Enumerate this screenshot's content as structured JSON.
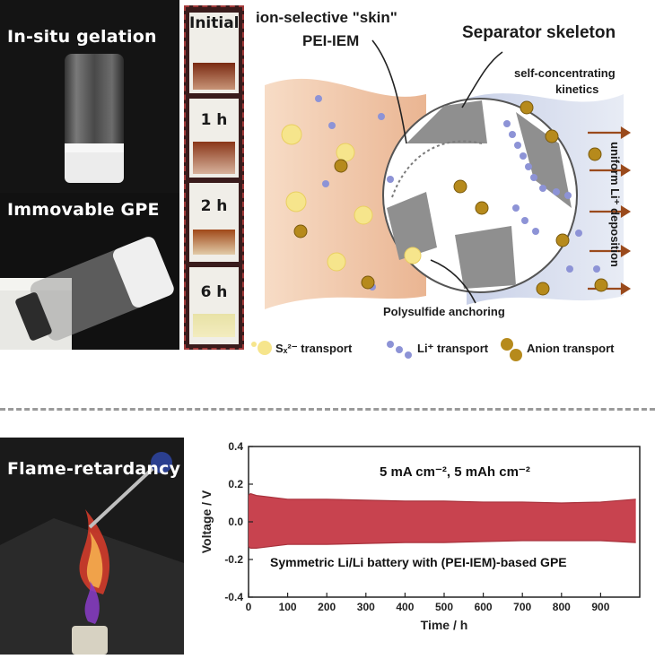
{
  "photos": {
    "gelation_label": "In-situ gelation",
    "immovable_label": "Immovable GPE",
    "flame_label": "Flame-retardancy"
  },
  "time_series": {
    "labels": [
      "Initial",
      "1 h",
      "2 h",
      "6 h"
    ]
  },
  "schematic": {
    "skin_label": "ion-selective \"skin\"",
    "pei_label": "PEI-IEM",
    "skeleton_label": "Separator skeleton",
    "kinetics_label_1": "self-concentrating",
    "kinetics_label_2": "kinetics",
    "deposition_label": "uniform Li⁺ deposition",
    "anchoring_label": "Polysulfide anchoring",
    "legend": [
      {
        "label": "Sₓ²⁻ transport"
      },
      {
        "label": "Li⁺ transport"
      },
      {
        "label": "Anion transport"
      }
    ],
    "colors": {
      "anode_side": "#f2c5a4",
      "cathode_side": "#d5dced",
      "skeleton": "#8f8f8f",
      "li_ion": "#8d93d6",
      "anion": "#a07a12",
      "polysulfide": "#f6e58c"
    }
  },
  "chart_data": {
    "type": "area",
    "title": "5 mA cm⁻², 5 mAh cm⁻²",
    "annotation": "Symmetric Li/Li battery with (PEI-IEM)-based GPE",
    "xlabel": "Time / h",
    "ylabel": "Voltage / V",
    "xlim": [
      0,
      1000
    ],
    "ylim": [
      -0.4,
      0.4
    ],
    "xticks": [
      0,
      100,
      200,
      300,
      400,
      500,
      600,
      700,
      800,
      900
    ],
    "yticks": [
      0.4,
      0.2,
      0.0,
      -0.2,
      -0.4
    ],
    "series": [
      {
        "color": "#c8434f",
        "x": [
          0,
          5,
          20,
          60,
          100,
          200,
          300,
          400,
          500,
          600,
          700,
          800,
          900,
          990
        ],
        "upper": [
          0.14,
          0.15,
          0.14,
          0.13,
          0.12,
          0.12,
          0.115,
          0.11,
          0.11,
          0.105,
          0.105,
          0.1,
          0.105,
          0.12
        ],
        "lower": [
          -0.13,
          -0.14,
          -0.14,
          -0.13,
          -0.12,
          -0.12,
          -0.115,
          -0.11,
          -0.11,
          -0.105,
          -0.1,
          -0.1,
          -0.1,
          -0.11
        ]
      }
    ]
  }
}
